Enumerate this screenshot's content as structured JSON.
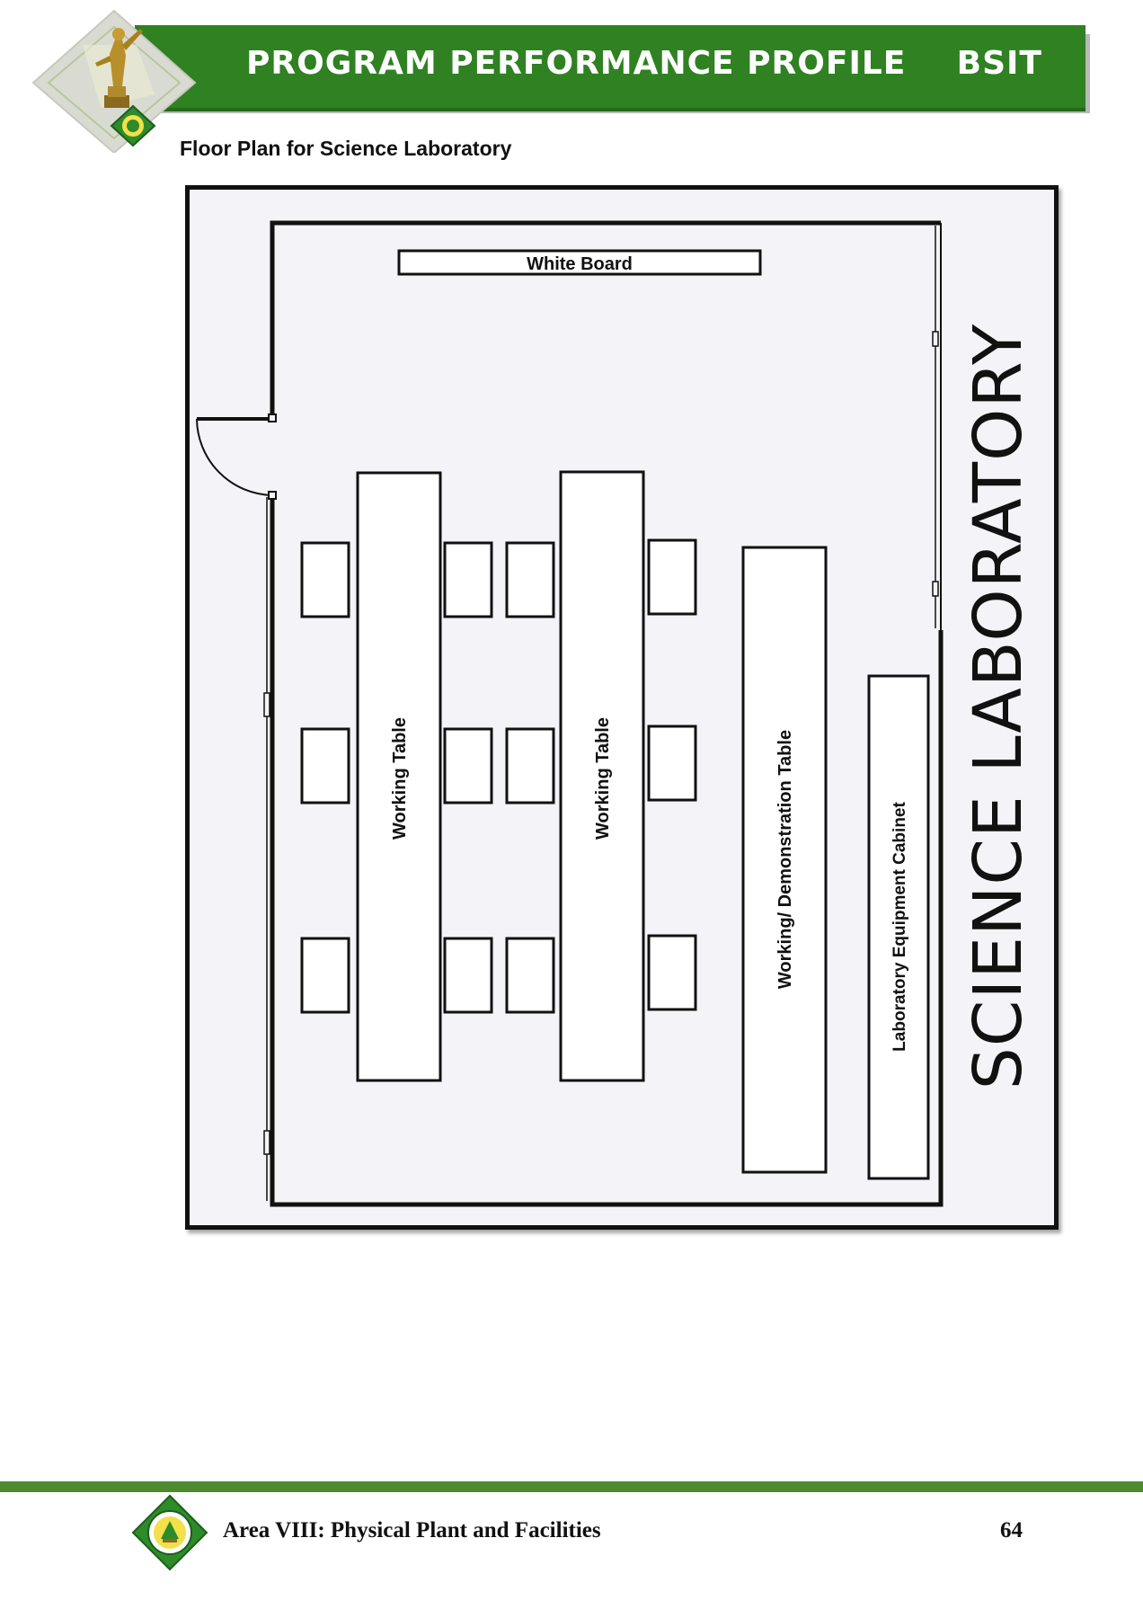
{
  "header": {
    "title": "PROGRAM PERFORMANCE PROFILE",
    "program_code": "BSIT",
    "logo_icon": "university-seal-icon",
    "colors": {
      "band": "#2f8122",
      "text": "#ffffff"
    }
  },
  "page_title": "Floor Plan for Science Laboratory",
  "floor_plan": {
    "room_name": "SCIENCE LABORATORY",
    "white_board_label": "White Board",
    "working_table_1_label": "Working Table",
    "working_table_2_label": "Working Table",
    "demo_table_label": "Working/ Demonstration Table",
    "cabinet_label": "Laboratory Equipment Cabinet",
    "door_icon": "door-swing-icon",
    "chair_icon": "chair-icon"
  },
  "footer": {
    "area_text": "Area VIII: Physical Plant and Facilities",
    "page_number": "64",
    "logo_icon": "university-seal-icon",
    "colors": {
      "bar": "#4e8a2e"
    }
  }
}
